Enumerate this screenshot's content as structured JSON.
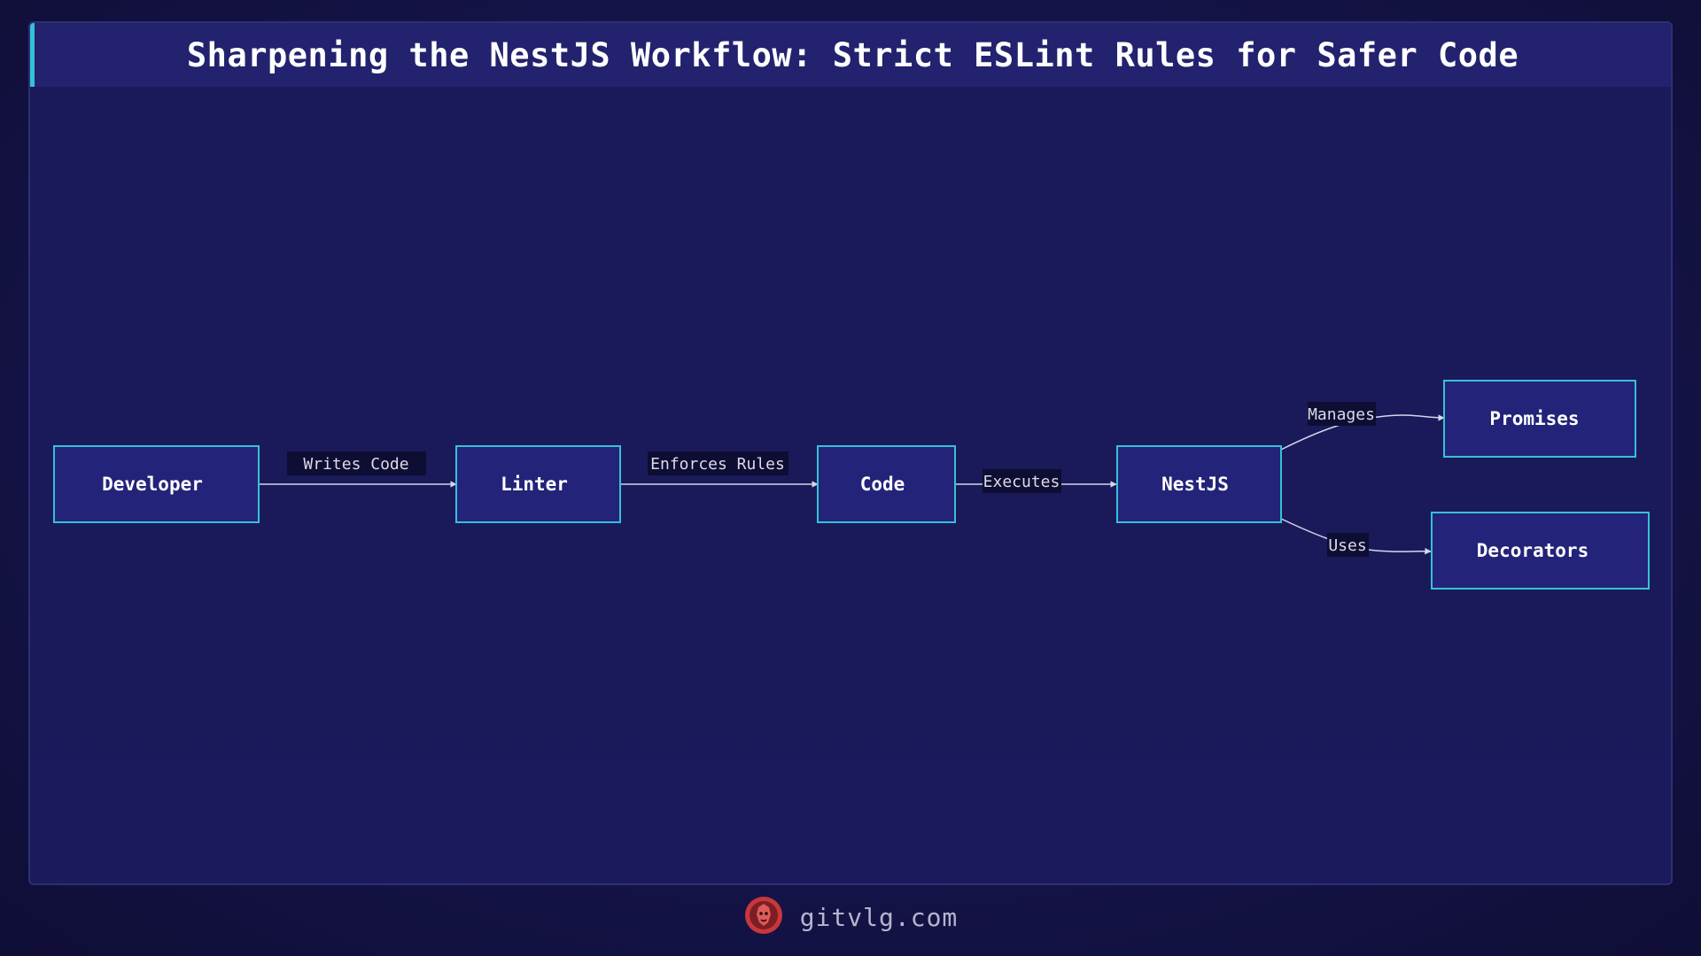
{
  "title": "Sharpening the NestJS Workflow: Strict ESLint Rules for Safer Code",
  "nodes": {
    "developer": "Developer",
    "linter": "Linter",
    "code": "Code",
    "nestjs": "NestJS",
    "promises": "Promises",
    "decorators": "Decorators"
  },
  "edges": {
    "writes_code": "Writes Code",
    "enforces_rules": "Enforces Rules",
    "executes": "Executes",
    "manages": "Manages",
    "uses": "Uses"
  },
  "footer": {
    "site": "gitvlg.com",
    "logo_icon": "lion-head-icon"
  },
  "colors": {
    "background": "#15144a",
    "node_fill": "#23237a",
    "node_border": "#35c2d6",
    "accent": "#35c2d6",
    "logo": "#c8373b"
  }
}
